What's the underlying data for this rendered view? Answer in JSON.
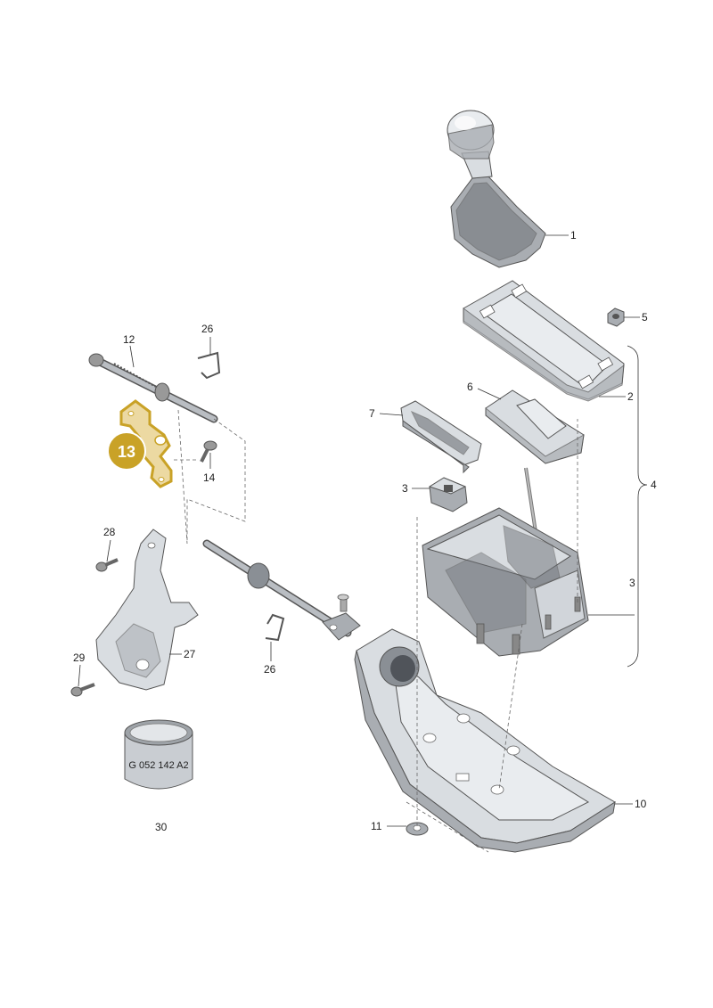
{
  "callouts": {
    "c1": "1",
    "c2": "2",
    "c3a": "3",
    "c3b": "3",
    "c4": "4",
    "c5": "5",
    "c6": "6",
    "c7": "7",
    "c10": "10",
    "c11": "11",
    "c12": "12",
    "c13": "13",
    "c14": "14",
    "c26a": "26",
    "c26b": "26",
    "c27": "27",
    "c28": "28",
    "c29": "29",
    "c30": "30"
  },
  "sleeve_marking": "G 052 142 A2",
  "colors": {
    "highlight": "#c9a227",
    "highlight_fill": "#d4a93a",
    "part_dark": "#6f7379",
    "part_light": "#d9dde1"
  }
}
